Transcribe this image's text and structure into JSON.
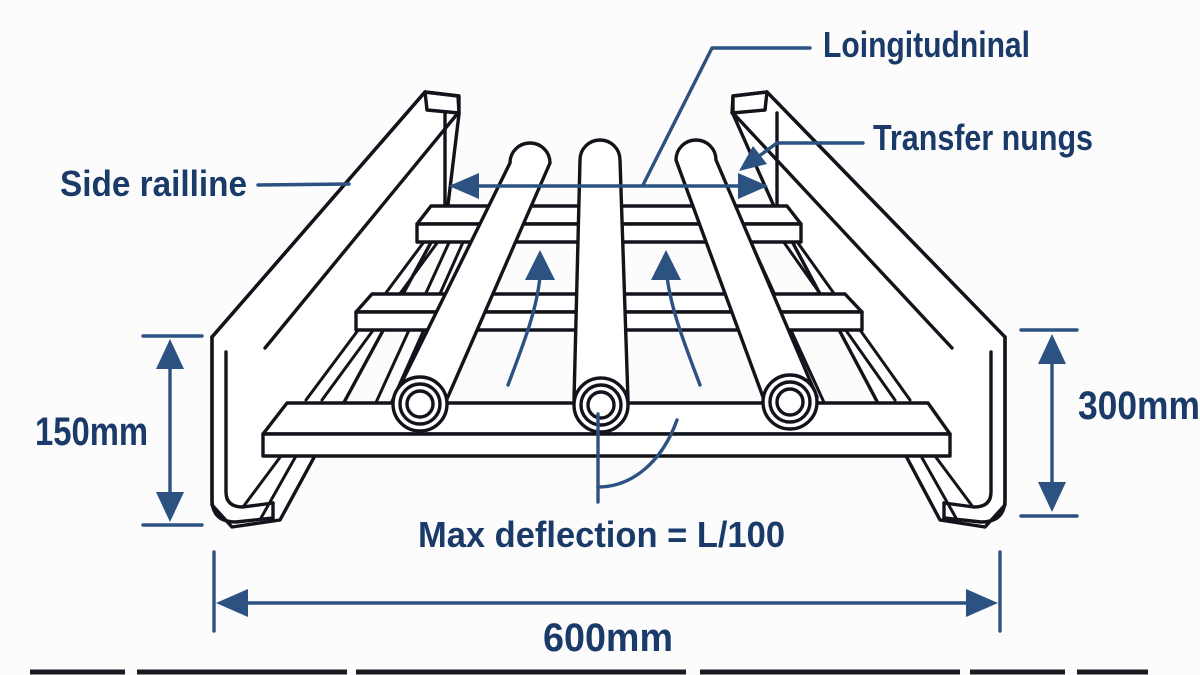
{
  "diagram": {
    "title_context": "cable ladder perspective diagram",
    "labels": {
      "longitudinal": "Loingitudninal",
      "transfer_rungs": "Transfer nungs",
      "side_rail": "Side railline",
      "max_deflection": "Max deflection = L/100"
    },
    "dimensions": {
      "left_height": "150mm",
      "right_height": "300mm",
      "bottom_width": "600mm"
    },
    "colors": {
      "annotation_line": "#2b5280",
      "label_text": "#1a3b69",
      "structure_line": "#13131b",
      "background": "#fcfcfc"
    }
  }
}
